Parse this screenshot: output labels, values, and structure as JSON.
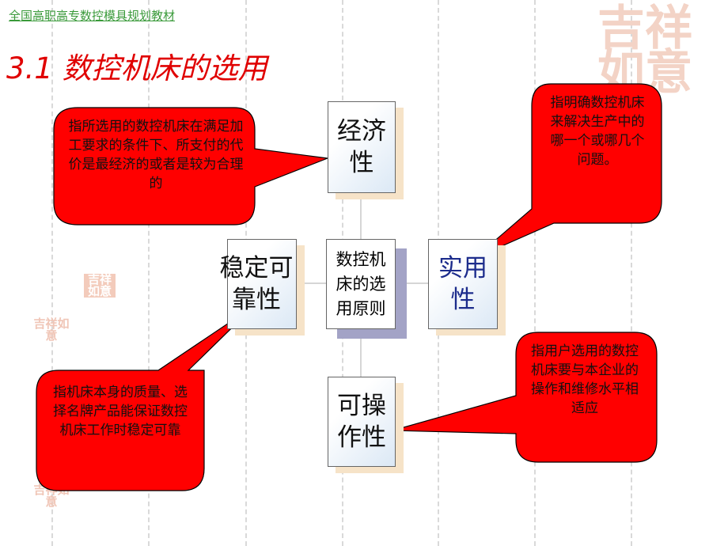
{
  "header": {
    "link_text": "全国高职高专数控模具规划教材"
  },
  "title": "3.1 数控机床的选用",
  "center": {
    "text": "数控机床的选用原则"
  },
  "boxes": {
    "top": "经济性",
    "right": "实用性",
    "left": "稳定可靠性",
    "bottom": "可操作性"
  },
  "callouts": {
    "economy": "指所选用的数控机床在满足加工要求的条件下、所支付的代价是最经济的或者是较为合理的",
    "practical": "指明确数控机床来解决生产中的哪一个或哪几个问题。",
    "stability": "指机床本身的质量、选择名牌产品能保证数控机床工作时稳定可靠",
    "operability": "指用户选用的数控机床要与本企业的操作和维修水平相适应"
  },
  "decoration": {
    "seal_text": "吉祥如意",
    "callout_color": "#ff0000",
    "title_color": "#e00000",
    "header_color": "#3a9a3a"
  }
}
